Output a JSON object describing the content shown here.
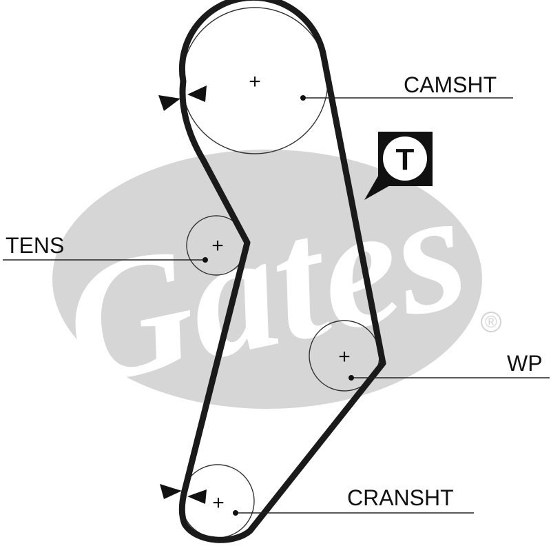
{
  "watermark": {
    "brand": "Gates",
    "registered": "®",
    "colors": {
      "ellipse": "#d6d6d6",
      "text": "#ffffff"
    }
  },
  "labels": {
    "camshaft": "CAMSHT",
    "tensioner": "TENS",
    "water_pump": "WP",
    "crankshaft": "CRANSHT"
  },
  "timing_badge": {
    "letter": "T"
  },
  "center_marks": {
    "symbol": "+"
  },
  "colors": {
    "belt": "#1a1a1a",
    "line": "#222222",
    "pulley": "#333333"
  }
}
